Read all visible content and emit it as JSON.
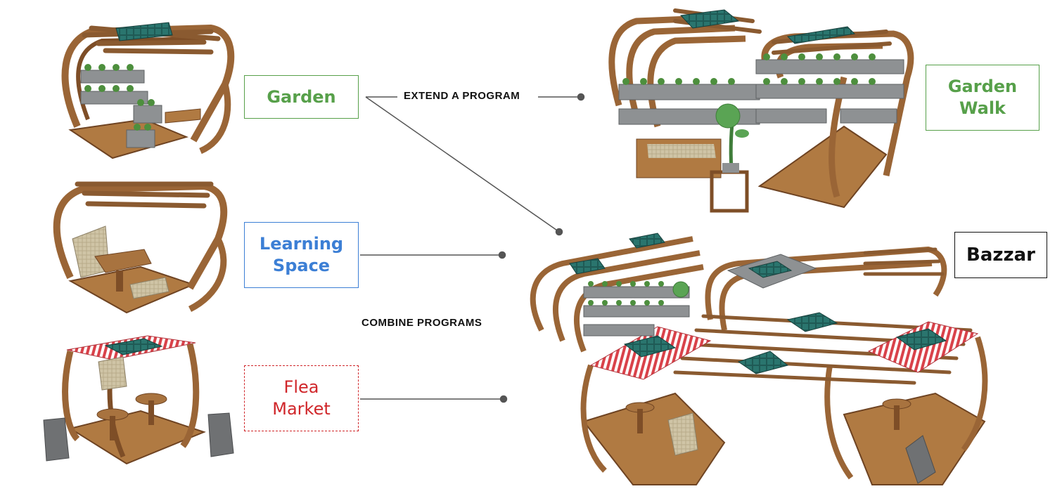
{
  "labels": {
    "garden": [
      "Garden"
    ],
    "learning_space": [
      "Learning",
      "Space"
    ],
    "flea_market": [
      "Flea",
      "Market"
    ],
    "garden_walk": [
      "Garden",
      "Walk"
    ],
    "bazzar": [
      "Bazzar"
    ]
  },
  "flows": {
    "extend": "EXTEND A PROGRAM",
    "combine": "COMBINE PROGRAMS"
  },
  "colors": {
    "garden": "#57a04a",
    "learning": "#3c7fd5",
    "flea": "#d0262a",
    "bazzar": "#111111",
    "wood": "#9a6536",
    "wood_dark": "#6e4322",
    "planter": "#8e9193",
    "solar": "#1f5a55",
    "awning_red": "#d9424a",
    "connector": "#555555"
  },
  "illustrations": [
    "garden-module-image",
    "learning-space-module-image",
    "flea-market-module-image",
    "garden-walk-image",
    "bazzar-image"
  ]
}
